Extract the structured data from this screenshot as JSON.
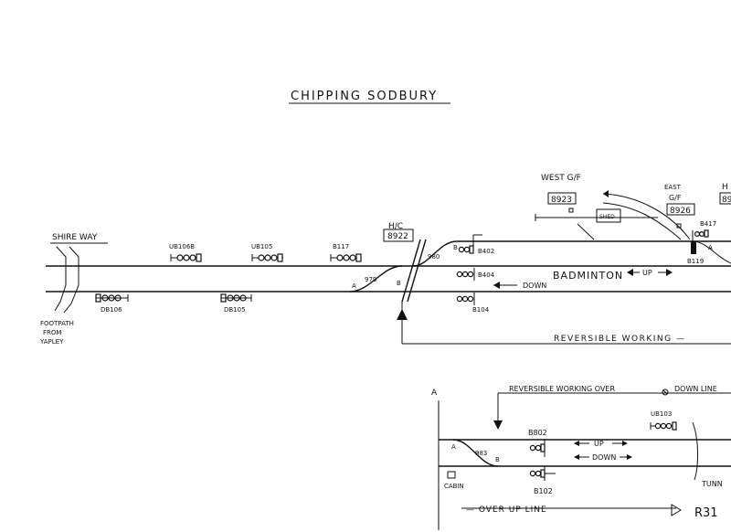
{
  "title": "CHIPPING SODBURY",
  "places": {
    "west_gf": "WEST G/F",
    "east_gf_line1": "EAST",
    "east_gf_line2": "G/F",
    "shed": "SHED",
    "badminton": "BADMINTON",
    "shire_way": "SHIRE WAY",
    "footpath_line1": "FOOTPATH",
    "footpath_line2": "FROM",
    "footpath_line3": "YAPLEY",
    "hc": "H/C",
    "h_partial": "H",
    "cabin": "CABIN",
    "tunnel_partial": "TUNN"
  },
  "boxes": {
    "hc_box": "8922",
    "west_box": "8923",
    "east_box": "8926",
    "edge_box": "89"
  },
  "signals": {
    "ub106b": "UB106B",
    "ub105": "UB105",
    "b117": "B117",
    "db106": "DB106",
    "db105": "DB105",
    "b402": "B402",
    "b404": "B404",
    "b104": "B104",
    "b417": "B417",
    "b119": "B119",
    "ub103": "UB103",
    "b802": "B802",
    "b102": "B102"
  },
  "points": {
    "p979": "979",
    "p980": "980",
    "p983": "983",
    "a1": "A",
    "b1": "B",
    "b2": "B",
    "a2": "A",
    "a3": "A",
    "b3": "B"
  },
  "directions": {
    "up_main": "UP",
    "down_main": "DOWN",
    "up_lower": "UP",
    "down_lower": "DOWN"
  },
  "notes": {
    "reversible_working": "REVERSIBLE WORKING —",
    "reversible_over": "REVERSIBLE WORKING OVER",
    "down_line": "DOWN LINE",
    "over_up_line": "— OVER UP LINE",
    "inset_corner": "A",
    "r31": "R31"
  }
}
